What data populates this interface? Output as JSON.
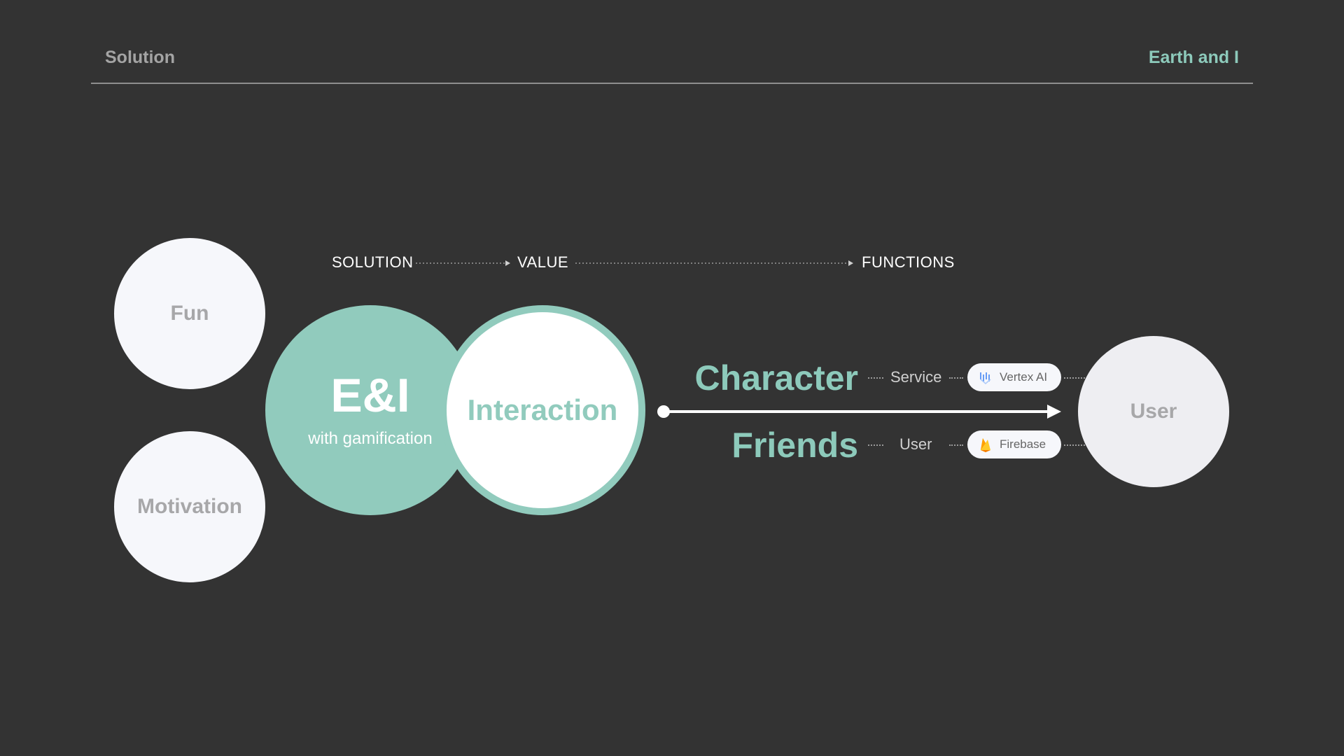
{
  "header": {
    "section": "Solution",
    "brand": "Earth and I"
  },
  "steps": {
    "solution": "SOLUTION",
    "value": "VALUE",
    "functions": "FUNCTIONS"
  },
  "circles": {
    "fun": "Fun",
    "motivation": "Motivation",
    "ei_title": "E&I",
    "ei_subtitle": "with gamification",
    "interaction": "Interaction",
    "user": "User"
  },
  "functions": [
    {
      "name": "Character",
      "role": "Service",
      "tool": "Vertex AI",
      "tool_icon": "vertex-ai-icon"
    },
    {
      "name": "Friends",
      "role": "User",
      "tool": "Firebase",
      "tool_icon": "firebase-icon"
    }
  ],
  "colors": {
    "accent": "#91cbbd",
    "background": "#333333",
    "light": "#f6f7fb"
  }
}
